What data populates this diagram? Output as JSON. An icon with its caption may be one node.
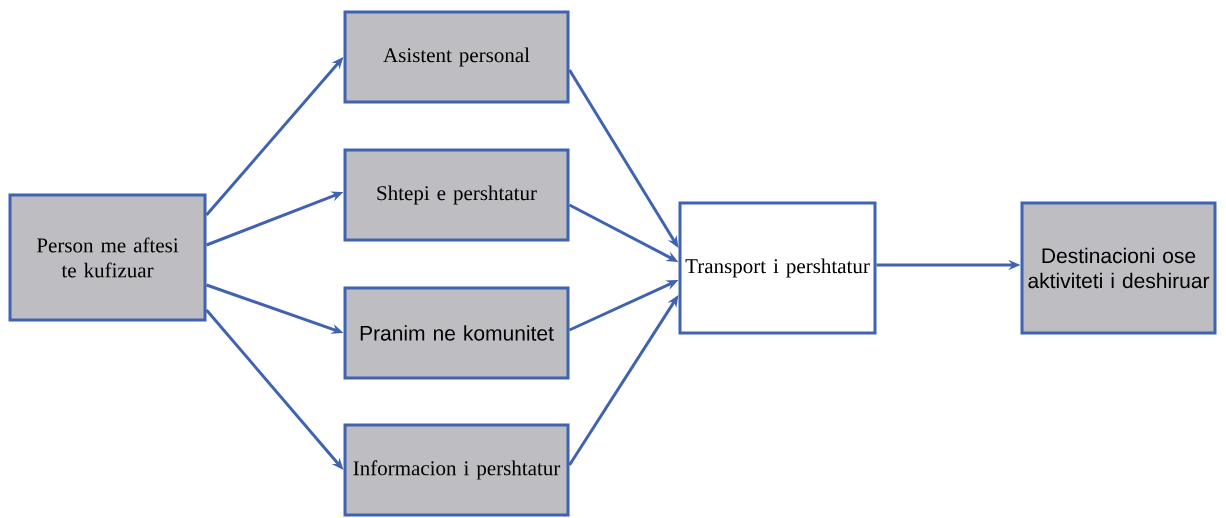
{
  "diagram": {
    "nodes": [
      {
        "text": [
          "Person me aftesi te kufizuar"
        ]
      },
      {
        "text": [
          "Asistent personal"
        ]
      },
      {
        "text": [
          "Shtepi e pershtatur"
        ]
      },
      {
        "text": [
          "Pranim ne komunitet"
        ]
      },
      {
        "text": [
          "Informacion i pershtatur"
        ]
      },
      {
        "text": [
          "Transport i pershtatur"
        ]
      },
      {
        "text": [
          "Destinacioni ose aktiviteti i deshiruar"
        ]
      }
    ],
    "edges": [
      {
        "from": 0,
        "to": 1,
        "arrow": "to"
      },
      {
        "from": 0,
        "to": 2,
        "arrow": "to"
      },
      {
        "from": 0,
        "to": 3,
        "arrow": "to"
      },
      {
        "from": 0,
        "to": 4,
        "arrow": "to"
      },
      {
        "from": 1,
        "to": 5,
        "arrow": "to"
      },
      {
        "from": 2,
        "to": 5,
        "arrow": "to"
      },
      {
        "from": 3,
        "to": 5,
        "arrow": "to"
      },
      {
        "from": 4,
        "to": 5,
        "arrow": "to"
      },
      {
        "from": 5,
        "to": 6,
        "arrow": "to"
      }
    ]
  }
}
